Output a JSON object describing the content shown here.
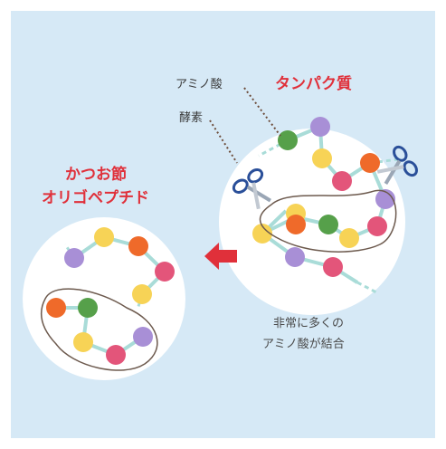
{
  "labels": {
    "amino_acid": "アミノ酸",
    "enzyme": "酵素",
    "protein": "タンパク質",
    "product_line1": "かつお節",
    "product_line2": "オリゴペプチド",
    "caption_line1": "非常に多くの",
    "caption_line2": "アミノ酸が結合"
  },
  "colors": {
    "background": "#d6e9f6",
    "highlight_red": "#e0303a",
    "bond": "#a9dcd8",
    "bead_purple": "#a88fd6",
    "bead_yellow": "#f7d356",
    "bead_orange": "#ef6a2a",
    "bead_green": "#56a04a",
    "bead_pink": "#e3557a",
    "scissors": "#2a4f99"
  },
  "icons": [
    "scissors-icon",
    "arrow-left-icon"
  ]
}
